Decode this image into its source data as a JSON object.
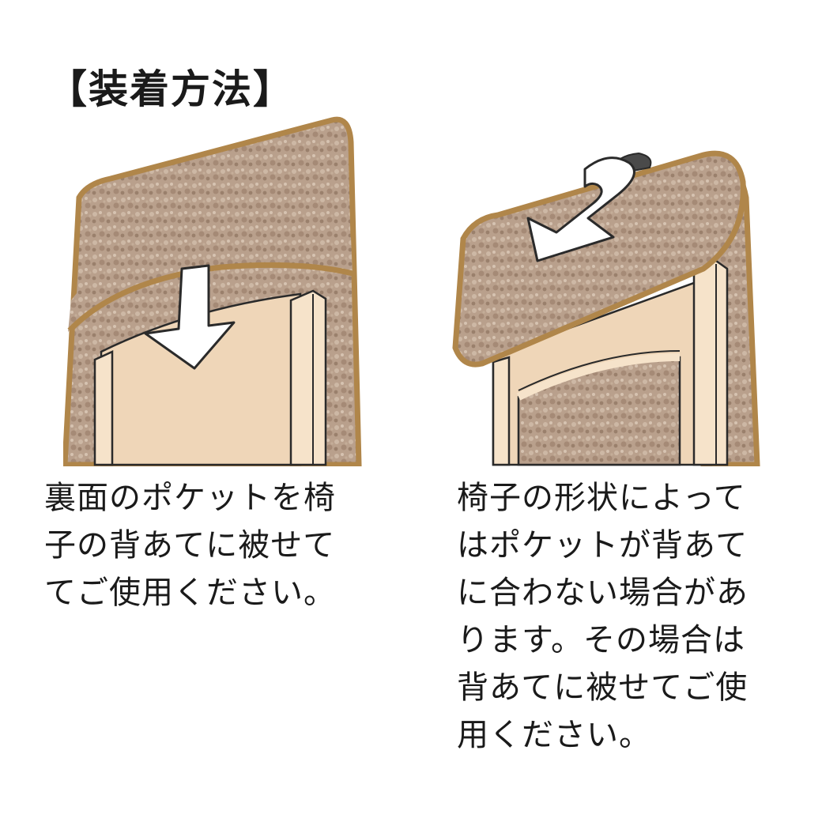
{
  "title": "【装着方法】",
  "left_caption": {
    "lines": [
      "裏面のポケットを椅",
      "子の背あてに被せて",
      "てご使用ください。"
    ]
  },
  "right_caption": {
    "lines": [
      "椅子の形状によって",
      "はポケットが背あて",
      "に合わない場合があ",
      "ります。その場合は",
      "背あてに被せてご使",
      "用ください。"
    ]
  },
  "colors": {
    "fabric": "#b9a08c",
    "fabric_shadow": "#9c8270",
    "trim": "#b0864a",
    "wood": "#efd6b8",
    "wood_light": "#f6e3ca",
    "outline": "#2a2a2a",
    "arrow_fill": "#ffffff"
  },
  "icons": {
    "left_arrow": "arrow-down-icon",
    "right_arrow": "arrow-curved-down-icon"
  }
}
